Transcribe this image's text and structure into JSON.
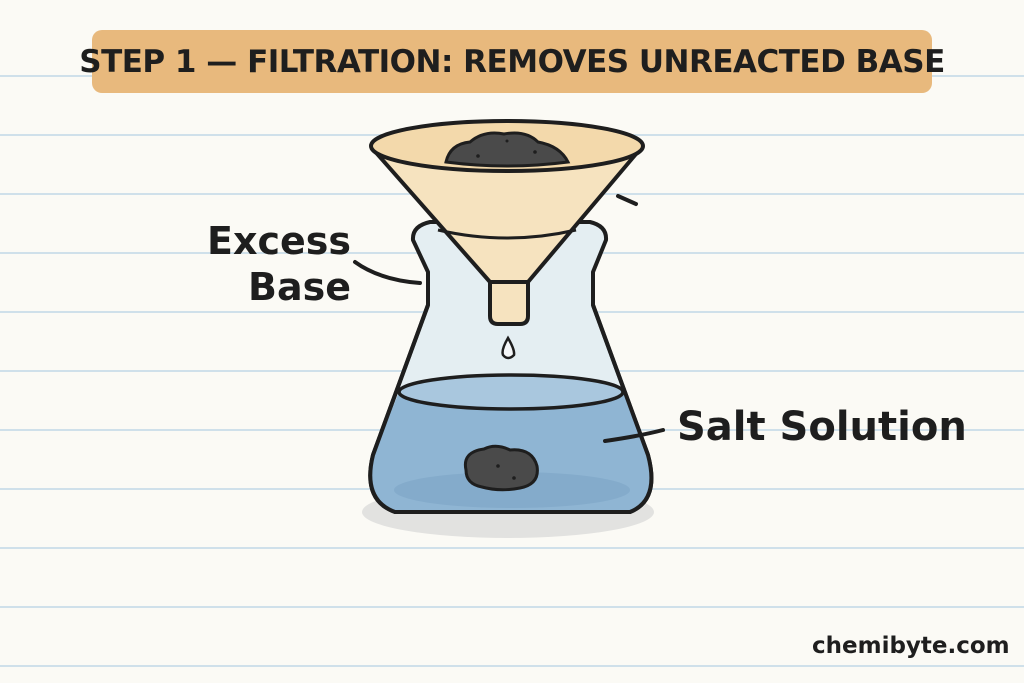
{
  "title": "STEP 1 — FILTRATION: REMOVES UNREACTED BASE",
  "labels": {
    "excess_line1": "Excess",
    "excess_line2": "Base",
    "salt": "Salt Solution"
  },
  "watermark": "chemibyte.com",
  "colors": {
    "background": "#fbfaf5",
    "ruled_line": "#cfe0ea",
    "banner": "#e8b97d",
    "funnel": "#f6e3bf",
    "glass": "#e4eef2",
    "solution": "#8fb5d3",
    "residue": "#4a4a4a",
    "outline": "#1e1e1e"
  }
}
